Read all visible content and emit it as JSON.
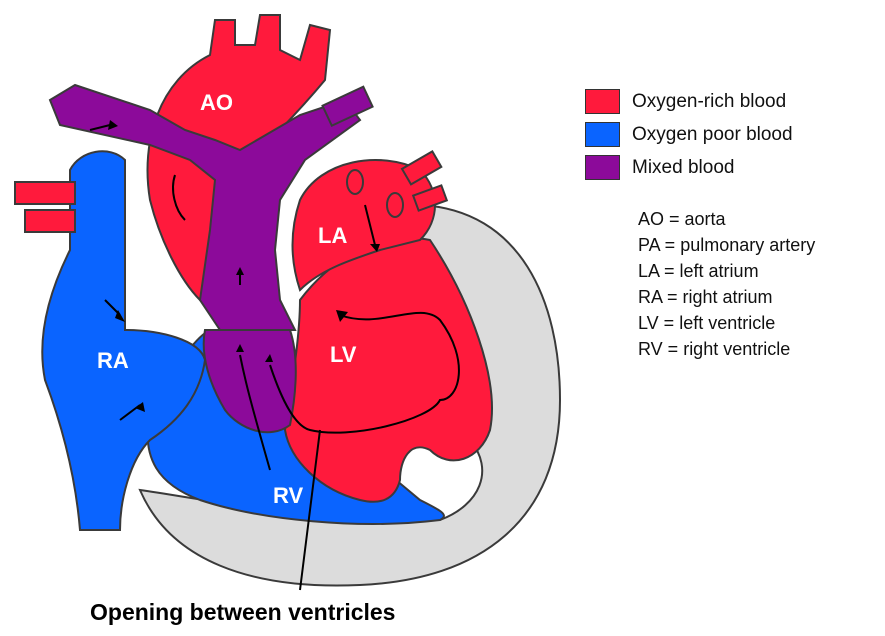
{
  "colors": {
    "oxygen_rich": "#ff1a3c",
    "oxygen_poor": "#0a64ff",
    "mixed": "#8c0a9a",
    "pericardium": "#dcdcdc",
    "outline": "#3a3a3a"
  },
  "chambers": {
    "ao": "AO",
    "la": "LA",
    "ra": "RA",
    "lv": "LV",
    "rv": "RV"
  },
  "caption": "Opening between ventricles",
  "legend": [
    {
      "label": "Oxygen-rich blood",
      "color": "#ff1a3c"
    },
    {
      "label": "Oxygen poor blood",
      "color": "#0a64ff"
    },
    {
      "label": "Mixed blood",
      "color": "#8c0a9a"
    }
  ],
  "abbreviations": [
    "AO = aorta",
    "PA = pulmonary artery",
    "LA = left atrium",
    "RA = right atrium",
    "LV = left ventricle",
    "RV = right ventricle"
  ]
}
